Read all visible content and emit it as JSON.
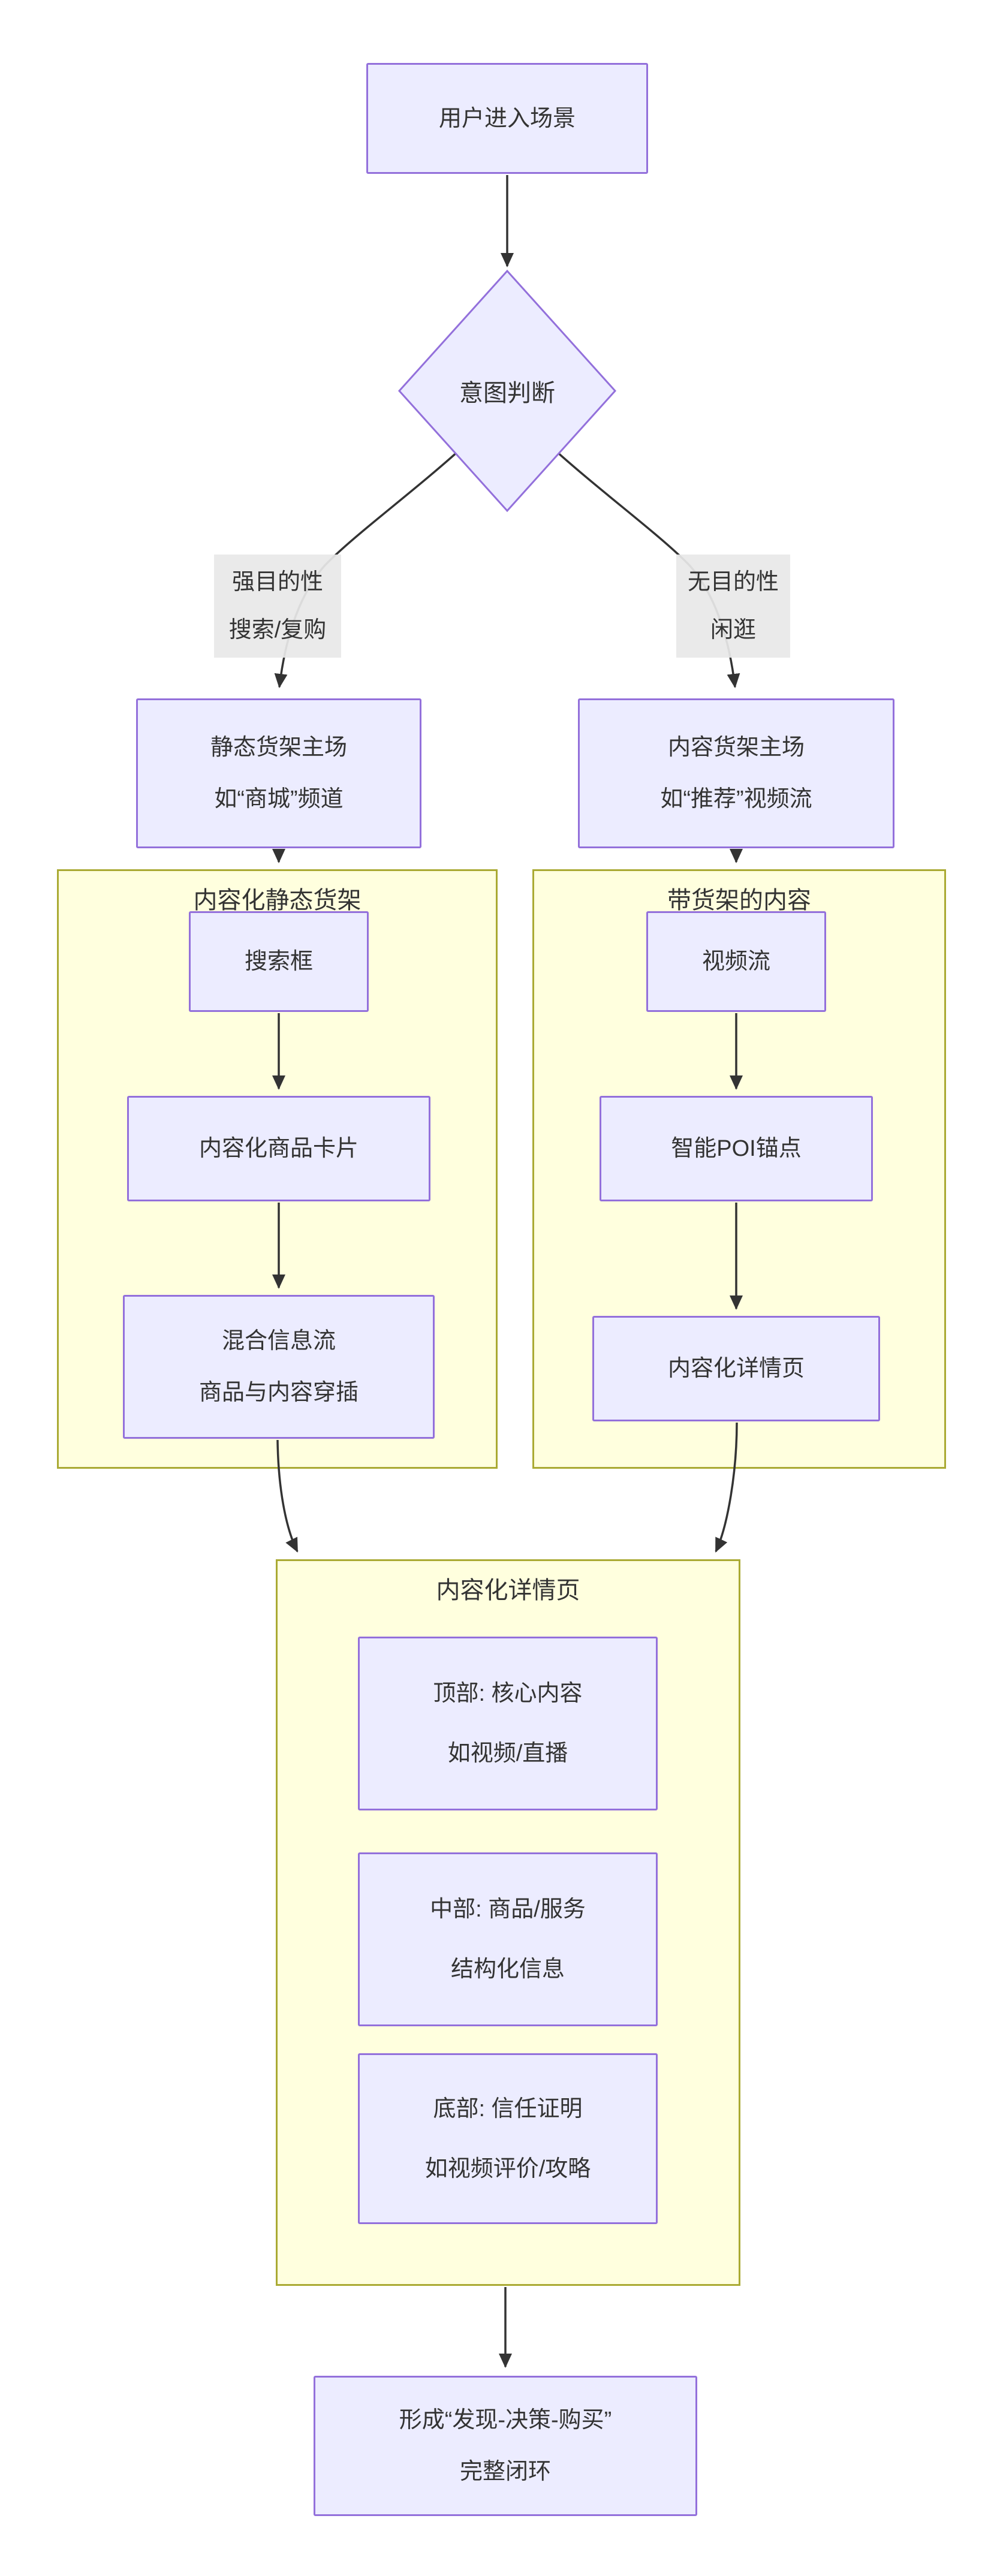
{
  "nodes": {
    "user_enter": {
      "label": "用户进入场景"
    },
    "intent_judge": {
      "label": "意图判断"
    },
    "static_shelf_home": {
      "line1": "静态货架主场",
      "line2": "如“商城”频道"
    },
    "content_shelf_home": {
      "line1": "内容货架主场",
      "line2": "如“推荐”视频流"
    },
    "search_box": {
      "label": "搜索框"
    },
    "content_product_card": {
      "label": "内容化商品卡片"
    },
    "mixed_feed": {
      "line1": "混合信息流",
      "line2": "商品与内容穿插"
    },
    "video_feed": {
      "label": "视频流"
    },
    "smart_poi_anchor": {
      "label": "智能POI锚点"
    },
    "content_detail_entry": {
      "label": "内容化详情页"
    },
    "detail_top": {
      "line1": "顶部: 核心内容",
      "line2": "如视频/直播"
    },
    "detail_middle": {
      "line1": "中部: 商品/服务",
      "line2": "结构化信息"
    },
    "detail_bottom": {
      "line1": "底部: 信任证明",
      "line2": "如视频评价/攻略"
    },
    "closed_loop": {
      "line1": "形成“发现-决策-购买”",
      "line2": "完整闭环"
    }
  },
  "edge_labels": {
    "purposeful": {
      "line1": "强目的性",
      "line2": "搜索/复购"
    },
    "aimless": {
      "line1": "无目的性",
      "line2": "闲逛"
    }
  },
  "subgraphs": {
    "contentized_static_shelf": {
      "title": "内容化静态货架"
    },
    "content_with_shelf": {
      "title": "带货架的内容"
    },
    "contentized_detail_page": {
      "title": "内容化详情页"
    }
  },
  "colors": {
    "node_fill": "#ECECFF",
    "node_border": "#9370DB",
    "subgraph_fill": "#FFFFDE",
    "subgraph_border": "#AAAA33",
    "edge": "#333333",
    "text": "#333333",
    "edge_label_bg": "#E8E8E8"
  }
}
